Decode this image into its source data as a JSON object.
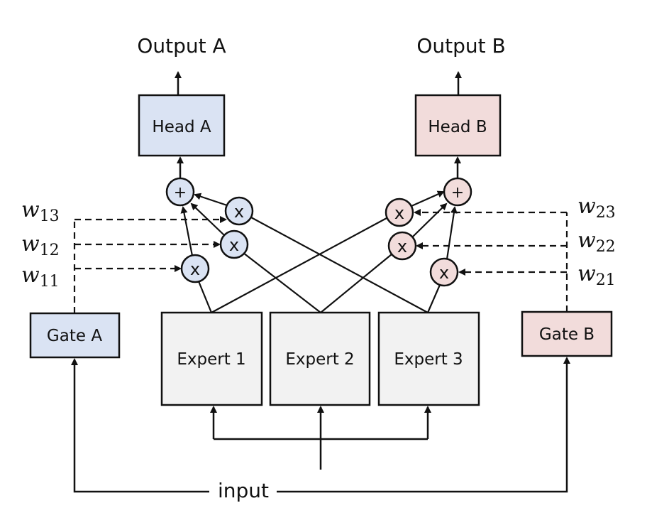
{
  "colors": {
    "task_a_fill": "#dae3f3",
    "task_b_fill": "#f2dcdb",
    "expert_fill": "#f2f2f2",
    "stroke": "#111111"
  },
  "outputs": {
    "a": "Output A",
    "b": "Output B"
  },
  "heads": {
    "a": "Head A",
    "b": "Head B"
  },
  "gates": {
    "a": "Gate A",
    "b": "Gate B"
  },
  "experts": [
    "Expert 1",
    "Expert 2",
    "Expert 3"
  ],
  "operators": {
    "sum": "+",
    "multiply": "x"
  },
  "weights": {
    "a": [
      {
        "base": "w",
        "sub": "13"
      },
      {
        "base": "w",
        "sub": "12"
      },
      {
        "base": "w",
        "sub": "11"
      }
    ],
    "b": [
      {
        "base": "w",
        "sub": "23"
      },
      {
        "base": "w",
        "sub": "22"
      },
      {
        "base": "w",
        "sub": "21"
      }
    ]
  },
  "input_label": "input"
}
